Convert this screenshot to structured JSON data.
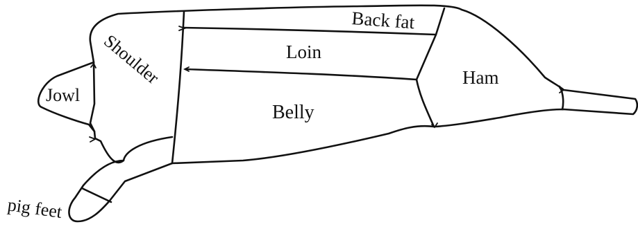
{
  "diagram": {
    "labels": {
      "back_fat": "Back fat",
      "shoulder": "Shoulder",
      "loin": "Loin",
      "ham": "Ham",
      "jowl": "Jowl",
      "belly": "Belly",
      "pig_feet": "pig feet"
    },
    "ink_color": "#111111",
    "background_color": "#ffffff"
  }
}
